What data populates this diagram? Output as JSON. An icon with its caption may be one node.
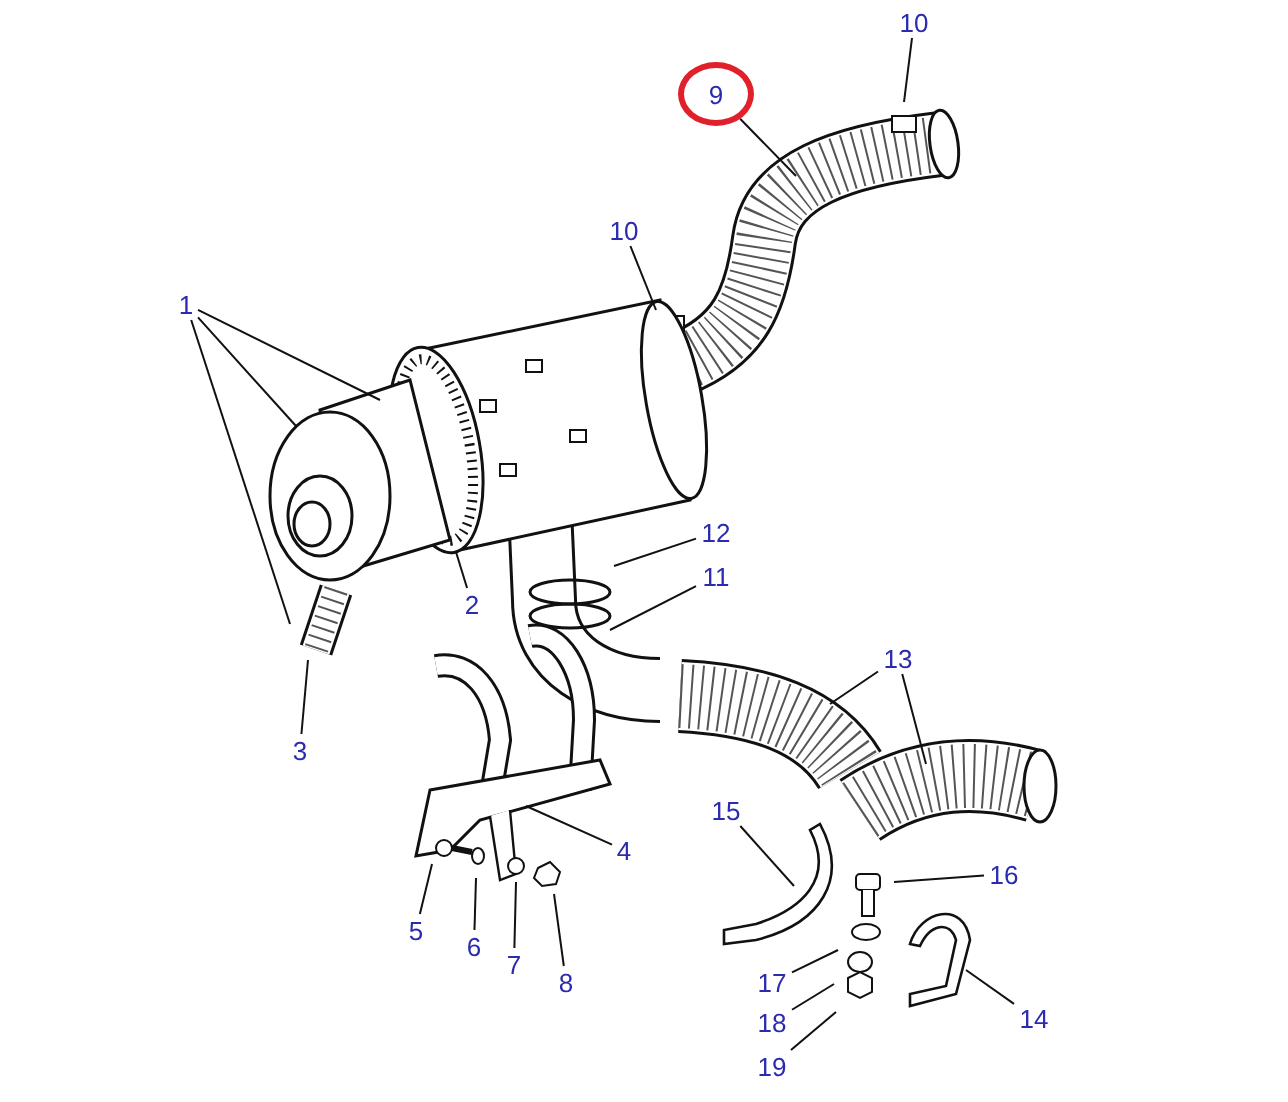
{
  "diagram": {
    "nodes": [
      {
        "text": [
          "1"
        ]
      },
      {
        "text": [
          "2"
        ]
      },
      {
        "text": [
          "3"
        ]
      },
      {
        "text": [
          "4"
        ]
      },
      {
        "text": [
          "5"
        ]
      },
      {
        "text": [
          "6"
        ]
      },
      {
        "text": [
          "7"
        ]
      },
      {
        "text": [
          "8"
        ]
      },
      {
        "text": [
          "9"
        ]
      },
      {
        "text": [
          "10"
        ]
      },
      {
        "text": [
          "10"
        ]
      },
      {
        "text": [
          "11"
        ]
      },
      {
        "text": [
          "12"
        ]
      },
      {
        "text": [
          "13"
        ]
      },
      {
        "text": [
          "14"
        ]
      },
      {
        "text": [
          "15"
        ]
      },
      {
        "text": [
          "16"
        ]
      },
      {
        "text": [
          "17"
        ]
      },
      {
        "text": [
          "18"
        ]
      },
      {
        "text": [
          "19"
        ]
      }
    ],
    "edges": [
      {
        "from": 0,
        "to": null,
        "arrow": "none"
      },
      {
        "from": 0,
        "to": null,
        "arrow": "none"
      },
      {
        "from": 0,
        "to": null,
        "arrow": "none"
      },
      {
        "from": 1,
        "to": null,
        "arrow": "none"
      },
      {
        "from": 2,
        "to": null,
        "arrow": "none"
      },
      {
        "from": 3,
        "to": null,
        "arrow": "none"
      },
      {
        "from": 4,
        "to": null,
        "arrow": "none"
      },
      {
        "from": 5,
        "to": null,
        "arrow": "none"
      },
      {
        "from": 6,
        "to": null,
        "arrow": "none"
      },
      {
        "from": 7,
        "to": null,
        "arrow": "none"
      },
      {
        "from": 8,
        "to": null,
        "arrow": "none"
      },
      {
        "from": 9,
        "to": null,
        "arrow": "none"
      },
      {
        "from": 10,
        "to": null,
        "arrow": "none"
      },
      {
        "from": 11,
        "to": null,
        "arrow": "none"
      },
      {
        "from": 12,
        "to": null,
        "arrow": "none"
      },
      {
        "from": 13,
        "to": null,
        "arrow": "none"
      },
      {
        "from": 13,
        "to": null,
        "arrow": "none"
      },
      {
        "from": 14,
        "to": null,
        "arrow": "none"
      },
      {
        "from": 15,
        "to": null,
        "arrow": "none"
      },
      {
        "from": 16,
        "to": null,
        "arrow": "none"
      },
      {
        "from": 17,
        "to": null,
        "arrow": "none"
      },
      {
        "from": 18,
        "to": null,
        "arrow": "none"
      },
      {
        "from": 19,
        "to": null,
        "arrow": "none"
      }
    ]
  }
}
